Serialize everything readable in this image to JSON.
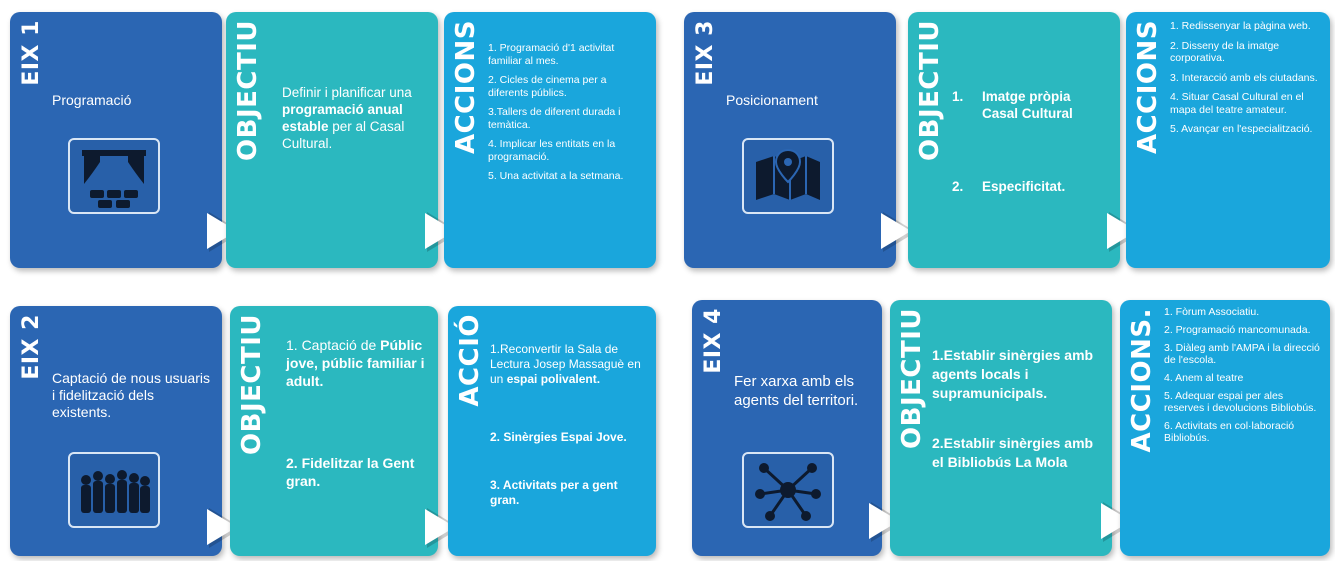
{
  "panel1": {
    "eix_title": "EIX 1",
    "eix_text": "Programació",
    "icon": "theater-stage-icon",
    "obj_title": "OBJECTIU",
    "obj_pre": "Definir i planificar una ",
    "obj_bold": "programació anual estable",
    "obj_post": " per al Casal Cultural.",
    "acc_title": "ACCIONS",
    "actions": [
      "1. Programació d'1 activitat familiar al mes.",
      "2. Cicles de cinema per a diferents públics.",
      "3.Tallers de diferent durada i temàtica.",
      "4. Implicar les entitats en la programació.",
      "5. Una activitat a la setmana."
    ]
  },
  "panel2": {
    "eix_title": "EIX 2",
    "eix_text": "Captació de nous usuaris i fidelització dels existents.",
    "icon": "crowd-silhouette-icon",
    "obj_title": "OBJECTIU",
    "obj_line1_pre": "1. Captació de ",
    "obj_line1_bold": "Públic jove, públic familiar i adult.",
    "obj_line2": "2. Fidelitzar la Gent gran.",
    "acc_title": "ACCIÓ",
    "action1_pre": "1.Reconvertir la Sala de Lectura Josep Massaguè en un ",
    "action1_bold": "espai polivalent.",
    "action2": "2. Sinèrgies Espai Jove.",
    "action3": "3. Activitats per a gent gran."
  },
  "panel3": {
    "eix_title": "EIX 3",
    "eix_text": "Posicionament",
    "icon": "map-pin-icon",
    "obj_title": "OBJECTIU",
    "obj_items": [
      {
        "num": "1.",
        "text": "Imatge pròpia Casal Cultural"
      },
      {
        "num": "2.",
        "text": "Especificitat."
      }
    ],
    "acc_title": "ACCIONS",
    "actions": [
      "1. Redissenyar la pàgina web.",
      "2. Disseny de la imatge corporativa.",
      "3. Interacció amb els ciutadans.",
      "4. Situar Casal Cultural en el mapa del teatre amateur.",
      "5. Avançar en l'especialització."
    ]
  },
  "panel4": {
    "eix_title": "EIX 4",
    "eix_text": "Fer xarxa amb els agents del territori.",
    "icon": "network-hub-icon",
    "obj_title": "OBJECTIU",
    "obj_items": [
      "1.Establir sinèrgies amb agents locals i supramunicipals.",
      "2.Establir sinèrgies amb el Bibliobús La Mola"
    ],
    "acc_title": "ACCIONS.",
    "actions": [
      "1. Fòrum Associatiu.",
      "2. Programació mancomunada.",
      "3. Diàleg amb l'AMPA i la direcció de l'escola.",
      "4. Anem al teatre",
      "5. Adequar espai per ales reserves i devolucions Bibliobús.",
      "6. Activitats en col·laboració Bibliobús."
    ]
  }
}
